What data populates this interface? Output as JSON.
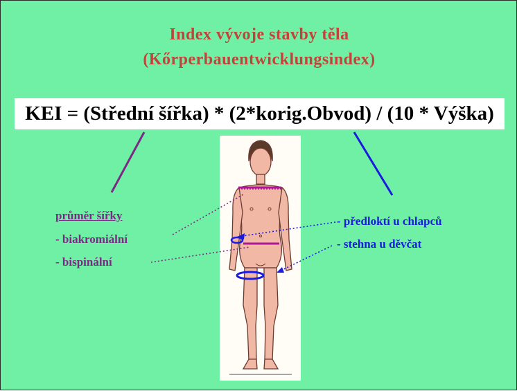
{
  "title": {
    "line1": "Index vývoje stavby těla",
    "line2": "(Kőrperbauentwicklungsindex)"
  },
  "formula": "KEI = (Střední šířka) * (2*korig.Obvod) / (10 * Výška)",
  "left_labels": {
    "heading": "průměr šířky",
    "items": [
      "- biakromiální",
      "- bispinální"
    ]
  },
  "right_labels": {
    "items": [
      "- předloktí u chlapců",
      "- stehna u děvčat"
    ]
  },
  "colors": {
    "background": "#6ff0a4",
    "title": "#c0443a",
    "left_labels": "#7a2a85",
    "right_labels": "#1a1ae0",
    "skin": "#f2b8a6"
  }
}
